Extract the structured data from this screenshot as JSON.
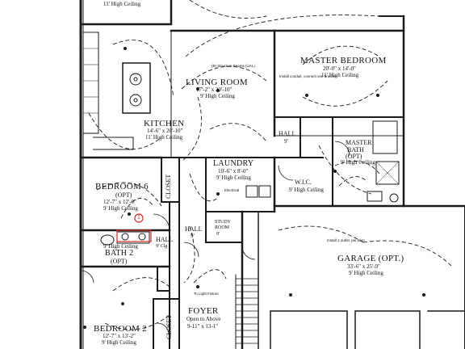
{
  "colors": {
    "ink": "#1a1a1a",
    "annotation": "#d62b2b",
    "paper": "#ffffff"
  },
  "rooms": {
    "top": {
      "ceiling": "11' High Ceiling"
    },
    "master": {
      "name": "MASTER BEDROOM",
      "dims": "20'-0\" x 14'-0\"",
      "ceiling": "11' High Ceiling"
    },
    "living": {
      "name": "LIVING ROOM",
      "dims": "17'-2\" x 20'-10\"",
      "ceiling": "9' High Ceiling"
    },
    "kitchen": {
      "name": "KITCHEN",
      "dims": "14'-6\" x 20'-10\"",
      "ceiling": "11' High Ceiling"
    },
    "hall_top": {
      "name": "HALL",
      "ceiling": "9'"
    },
    "master_bath": {
      "name": "MASTER",
      "name2": "BATH",
      "opt": "(OPT)",
      "ceiling": "9' High Ceiling"
    },
    "laundry": {
      "name": "LAUNDRY",
      "dims": "10'-6\" x 8'-0\"",
      "ceiling": "9' High Ceiling"
    },
    "wic": {
      "name": "W.I.C.",
      "ceiling": "9' High Ceiling"
    },
    "bedroom6": {
      "name": "BEDROOM 6",
      "opt": "(OPT)",
      "dims": "12'-7\" x 12'-0\"",
      "ceiling": "9' High Ceiling"
    },
    "closet1": {
      "name": "CLOSET"
    },
    "hall_mid": {
      "name": "HALL",
      "ceiling": "9'"
    },
    "study": {
      "name": "STUDY",
      "name2": "ROOM",
      "ceiling": "9'"
    },
    "hall_low": {
      "name": "HALL",
      "ceiling": "9' Clg"
    },
    "bath2": {
      "name": "BATH 2",
      "opt": "(OPT)",
      "ceiling": "9' High Ceiling"
    },
    "garage": {
      "name": "GARAGE (OPT.)",
      "dims": "33'-6\" x 25'-9\"",
      "ceiling": "9' High Ceiling"
    },
    "foyer": {
      "name": "FOYER",
      "sub": "Open to Above",
      "dims": "9-11\" x 13-1\""
    },
    "closet2": {
      "name": "CLOSET"
    },
    "bedroom2": {
      "name": "BEDROOM 2",
      "dims": "12'-7\" x 13'-2\"",
      "ceiling": "9' High Ceiling"
    }
  },
  "annotation": {
    "marker": "1"
  },
  "notes": {
    "laundry_note": "Electrical",
    "garage_note": "Install 1 outlet, per Item",
    "master_note": "Install conduit, connect one bracket",
    "beam_note": "(B) Structure Beams (UAL)",
    "entry_note": "To Light Fixture"
  }
}
